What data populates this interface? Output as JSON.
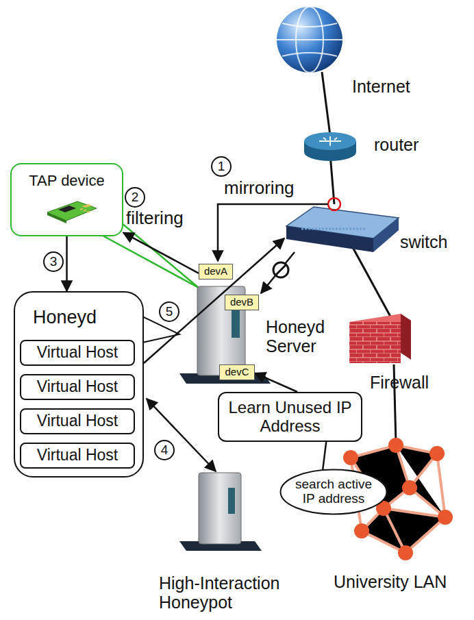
{
  "diagram": {
    "nodes": [
      {
        "text": [
          "TAP device"
        ]
      },
      {
        "text": [
          "Honeyd"
        ]
      },
      {
        "text": [
          "Virtual Host"
        ],
        "in": 1
      },
      {
        "text": [
          "Virtual Host"
        ],
        "in": 1
      },
      {
        "text": [
          "Virtual Host"
        ],
        "in": 1
      },
      {
        "text": [
          "Virtual Host"
        ],
        "in": 1
      },
      {
        "text": [
          "devA"
        ]
      },
      {
        "text": [
          "devB"
        ]
      },
      {
        "text": [
          "devC"
        ]
      },
      {
        "text": [
          "Learn Unused IP Address"
        ]
      },
      {
        "text": [
          "search active IP address"
        ]
      }
    ],
    "edges": [
      {
        "from": 6,
        "to": 0,
        "arrow": "to"
      },
      {
        "from": 0,
        "to": 1,
        "arrow": "to"
      },
      {
        "from": 9,
        "to": 8,
        "arrow": "to"
      },
      {
        "from": 10,
        "to": 9,
        "arrow": "none"
      }
    ],
    "labels": [
      "Internet",
      "router",
      "switch",
      "Honeyd Server",
      "Firewall",
      "University LAN",
      "High-Interaction Honeypot",
      "mirroring",
      "filtering",
      "1",
      "2",
      "3",
      "4",
      "5"
    ]
  }
}
